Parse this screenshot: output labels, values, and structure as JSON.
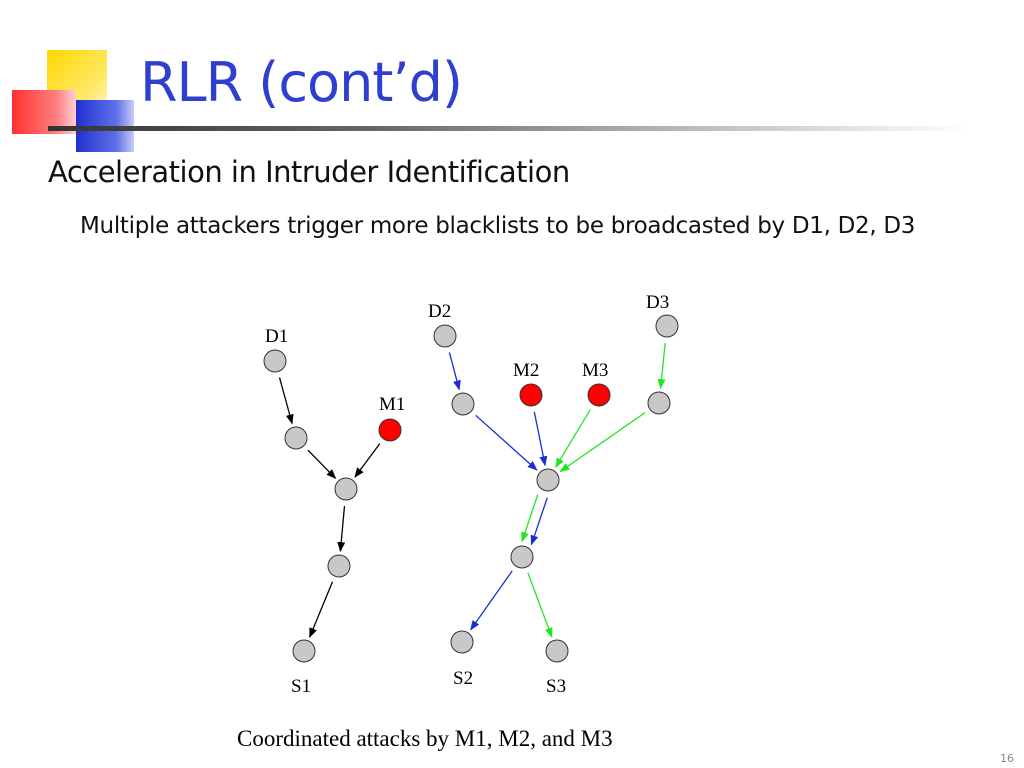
{
  "slide": {
    "title": "RLR (cont’d)",
    "bullet_1": "Acceleration in Intruder Identification",
    "bullet_2": "Multiple attackers trigger more blacklists to be broadcasted by D1, D2, D3",
    "caption": "Coordinated attacks by M1, M2, and M3",
    "page_number": "16"
  },
  "colors": {
    "title": "#2f3fd0",
    "node_normal": "#c8c8c8",
    "node_attacker": "#ff0000",
    "edge_black": "#000000",
    "edge_blue": "#1a2fd0",
    "edge_green": "#22e622"
  },
  "diagram": {
    "labels": {
      "d1": "D1",
      "m1": "M1",
      "s1": "S1",
      "d2": "D2",
      "m2": "M2",
      "m3": "M3",
      "d3": "D3",
      "s2": "S2",
      "s3": "S3"
    },
    "nodes": [
      {
        "id": "d1",
        "type": "normal"
      },
      {
        "id": "a2",
        "type": "normal"
      },
      {
        "id": "m1",
        "type": "attacker"
      },
      {
        "id": "a3",
        "type": "normal"
      },
      {
        "id": "a4",
        "type": "normal"
      },
      {
        "id": "s1",
        "type": "normal"
      },
      {
        "id": "d2",
        "type": "normal"
      },
      {
        "id": "b2",
        "type": "normal"
      },
      {
        "id": "m2",
        "type": "attacker"
      },
      {
        "id": "m3",
        "type": "attacker"
      },
      {
        "id": "d3",
        "type": "normal"
      },
      {
        "id": "b3",
        "type": "normal"
      },
      {
        "id": "h",
        "type": "normal"
      },
      {
        "id": "h2",
        "type": "normal"
      },
      {
        "id": "s2",
        "type": "normal"
      },
      {
        "id": "s3",
        "type": "normal"
      }
    ],
    "edges": [
      {
        "from": "d1",
        "to": "a2",
        "color": "black"
      },
      {
        "from": "a2",
        "to": "a3",
        "color": "black"
      },
      {
        "from": "m1",
        "to": "a3",
        "color": "black"
      },
      {
        "from": "a3",
        "to": "a4",
        "color": "black"
      },
      {
        "from": "a4",
        "to": "s1",
        "color": "black"
      },
      {
        "from": "d2",
        "to": "b2",
        "color": "blue"
      },
      {
        "from": "b2",
        "to": "h",
        "color": "blue"
      },
      {
        "from": "m2",
        "to": "h",
        "color": "blue"
      },
      {
        "from": "m3",
        "to": "h",
        "color": "green"
      },
      {
        "from": "d3",
        "to": "b3",
        "color": "green"
      },
      {
        "from": "b3",
        "to": "h",
        "color": "green"
      },
      {
        "from": "h",
        "to": "h2",
        "color": "blue",
        "offset": -1
      },
      {
        "from": "h",
        "to": "h2",
        "color": "green",
        "offset": 1
      },
      {
        "from": "h2",
        "to": "s2",
        "color": "blue"
      },
      {
        "from": "h2",
        "to": "s3",
        "color": "green"
      }
    ]
  }
}
